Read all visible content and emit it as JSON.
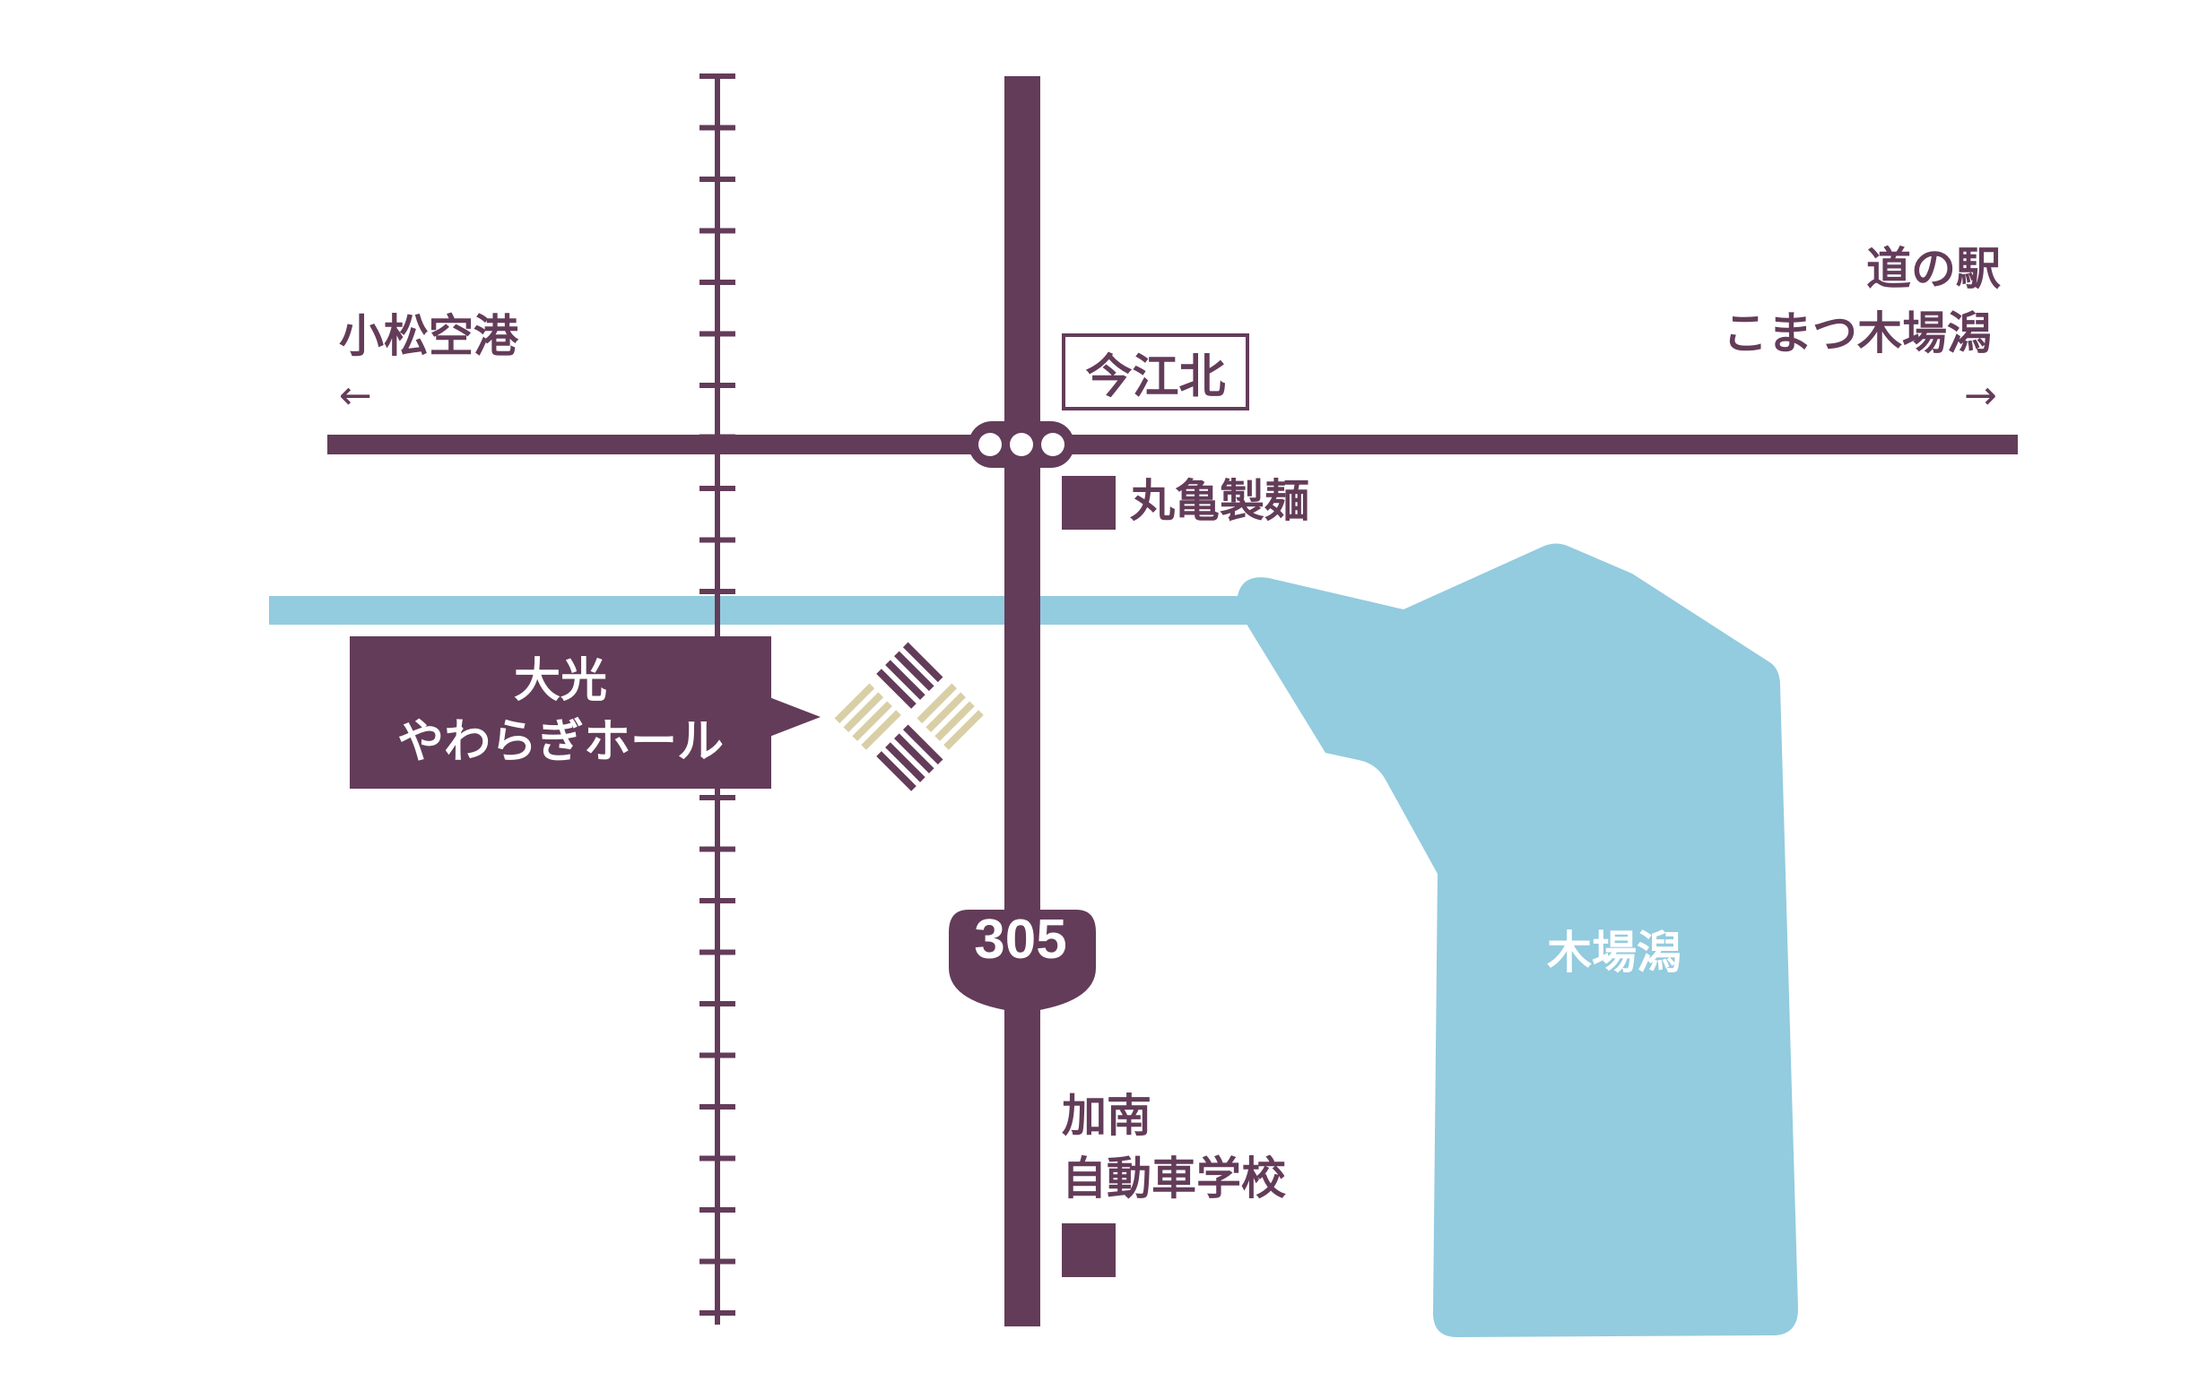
{
  "colors": {
    "road": "#633c59",
    "water": "#93cbdf",
    "marker": "#d9cfa6",
    "background": "#ffffff"
  },
  "labels": {
    "airport": "小松空港",
    "roadside_station_line1": "道の駅",
    "roadside_station_line2": "こまつ木場潟",
    "left_arrow": "←",
    "right_arrow": "→",
    "intersection": "今江北",
    "noodle_factory": "丸亀製麺",
    "venue_line1": "大光",
    "venue_line2": "やわらぎホール",
    "route_number": "305",
    "lake": "木場潟",
    "driving_school_line1": "加南",
    "driving_school_line2": "自動車学校"
  },
  "icons": {
    "signal": "traffic-signal-icon",
    "venue": "venue-diamond-icon",
    "route_shield": "national-route-shield-icon",
    "landmark": "square-landmark-icon",
    "railway": "railway-track"
  }
}
